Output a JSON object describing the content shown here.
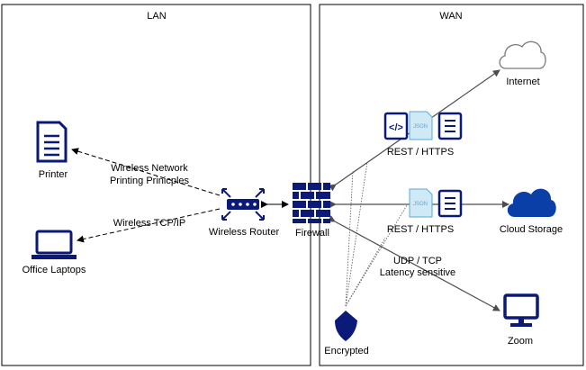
{
  "zones": {
    "lan": "LAN",
    "wan": "WAN"
  },
  "nodes": {
    "printer": "Printer",
    "office_laptops": "Office Laptops",
    "wireless_router": "Wireless Router",
    "firewall": "Firewall",
    "internet": "Internet",
    "cloud_storage": "Cloud Storage",
    "zoom": "Zoom",
    "encrypted": "Encrypted"
  },
  "edges": {
    "printer_line1": "Wireless Network",
    "printer_line2": "Printing Prinicples",
    "laptop": "Wireless TCP/IP",
    "internet": "REST / HTTPS",
    "cloud": "REST / HTTPS",
    "zoom_line1": "UDP / TCP",
    "zoom_line2": "Latency sensitive"
  },
  "icons": {
    "json_badge": "JSON",
    "code_glyph": "</>"
  },
  "colors": {
    "navy": "#0b1a78",
    "cloud_blue": "#0b3fa8",
    "cloud_outline": "#7a7a7a",
    "json_light": "#cfe9f7",
    "line_gray": "#4d4d4d"
  }
}
